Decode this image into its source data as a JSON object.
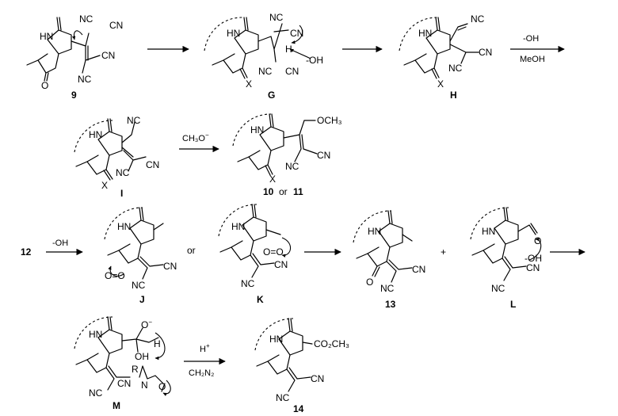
{
  "compound_labels": {
    "c9": "9",
    "cG": "G",
    "cH": "H",
    "cI": "I",
    "c10": "10",
    "c10_or": "or",
    "c11": "11",
    "c12": "12",
    "cJ": "J",
    "cK": "K",
    "c13": "13",
    "cL": "L",
    "cM": "M",
    "c14": "14"
  },
  "reagents": {
    "h_to_i_base": "-OH",
    "h_to_i_solvent": "MeOH",
    "i_to_10_reagent": "CH₃O",
    "i_to_10_charge": "−",
    "c12_base": "-OH",
    "m_to_14_acid": "H",
    "m_to_14_acid_sup": "+",
    "m_to_14_reagent": "CH₂N₂"
  },
  "connectors": {
    "or_jk": "or",
    "plus_13_L": "+"
  },
  "atom_labels": {
    "nh": "HN",
    "nc": "NC",
    "cn": "CN",
    "o": "O",
    "x": "X",
    "h": "H",
    "oh": "OH",
    "o_minus": "O",
    "minus": "−",
    "ohm": "-OH",
    "och3": "OCH₃",
    "co2ch3": "CO₂CH₃",
    "r": "R",
    "n": "N",
    "o_eq_o": "O=O"
  }
}
